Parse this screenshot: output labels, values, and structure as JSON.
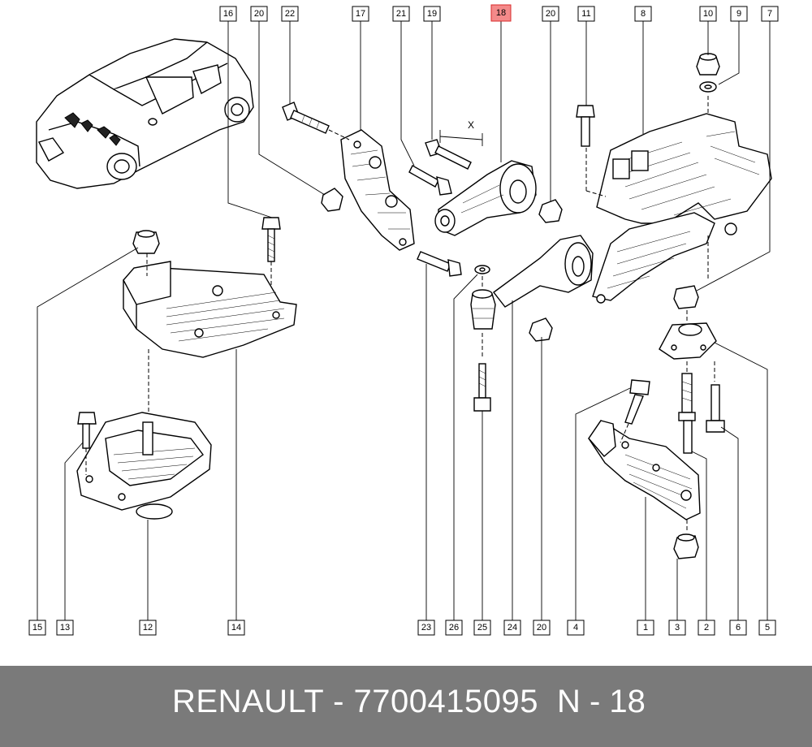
{
  "callouts": {
    "top": [
      {
        "id": "c16",
        "label": "16"
      },
      {
        "id": "c20a",
        "label": "20"
      },
      {
        "id": "c22",
        "label": "22"
      },
      {
        "id": "c17",
        "label": "17"
      },
      {
        "id": "c21",
        "label": "21"
      },
      {
        "id": "c19",
        "label": "19"
      },
      {
        "id": "c18",
        "label": "18",
        "highlight": true
      },
      {
        "id": "c20b",
        "label": "20"
      },
      {
        "id": "c11",
        "label": "11"
      },
      {
        "id": "c8",
        "label": "8"
      },
      {
        "id": "c10",
        "label": "10"
      },
      {
        "id": "c9",
        "label": "9"
      },
      {
        "id": "c7",
        "label": "7"
      }
    ],
    "bottom": [
      {
        "id": "c15",
        "label": "15"
      },
      {
        "id": "c13",
        "label": "13"
      },
      {
        "id": "c12",
        "label": "12"
      },
      {
        "id": "c14",
        "label": "14"
      },
      {
        "id": "c23",
        "label": "23"
      },
      {
        "id": "c26",
        "label": "26"
      },
      {
        "id": "c25",
        "label": "25"
      },
      {
        "id": "c24",
        "label": "24"
      },
      {
        "id": "c20c",
        "label": "20"
      },
      {
        "id": "c4",
        "label": "4"
      },
      {
        "id": "c1",
        "label": "1"
      },
      {
        "id": "c3",
        "label": "3"
      },
      {
        "id": "c2",
        "label": "2"
      },
      {
        "id": "c6",
        "label": "6"
      },
      {
        "id": "c5",
        "label": "5"
      }
    ]
  },
  "dimension_label": "X",
  "footer": {
    "brand_line": "RENAULT - 7700415095",
    "code_line": "N - 18"
  },
  "colors": {
    "highlight_fill": "#f48a8a",
    "highlight_stroke": "#d92b2b",
    "footer_bg": "#7a7a7a",
    "footer_text": "#ffffff"
  }
}
